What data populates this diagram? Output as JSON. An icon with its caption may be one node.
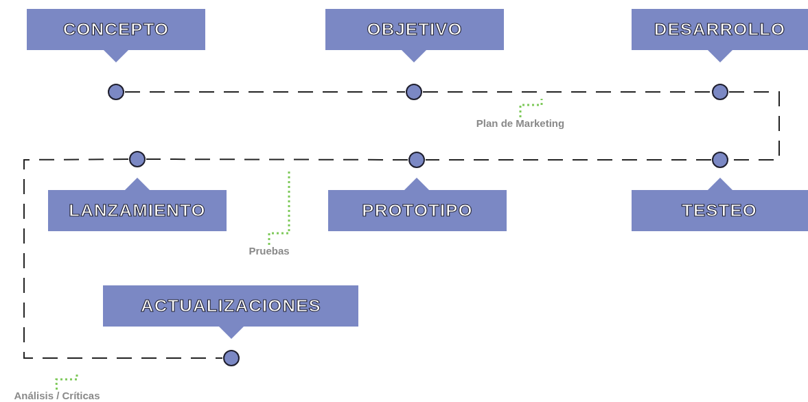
{
  "diagram": {
    "nodes": [
      {
        "text": [
          "CONCEPTO"
        ]
      },
      {
        "text": [
          "OBJETIVO"
        ]
      },
      {
        "text": [
          "DESARROLLO"
        ]
      },
      {
        "text": [],
        "shape": "circle"
      },
      {
        "text": [],
        "shape": "circle"
      },
      {
        "text": [],
        "shape": "circle"
      },
      {
        "text": [
          "Plan de Marketing"
        ]
      },
      {
        "text": [],
        "shape": "circle"
      },
      {
        "text": [],
        "shape": "circle"
      },
      {
        "text": [],
        "shape": "circle"
      },
      {
        "text": [
          "LANZAMIENTO"
        ]
      },
      {
        "text": [
          "PROTOTIPO"
        ]
      },
      {
        "text": [
          "TESTEO"
        ]
      },
      {
        "text": [
          "Pruebas"
        ]
      },
      {
        "text": [
          "ACTUALIZACIONES"
        ]
      },
      {
        "text": [],
        "shape": "circle"
      },
      {
        "text": [
          "Análisis / Críticas"
        ]
      }
    ],
    "edges": [
      {
        "from": 3,
        "to": 4,
        "arrow": "none",
        "style": "dashed"
      },
      {
        "from": 4,
        "to": 5,
        "arrow": "none",
        "style": "dashed"
      },
      {
        "from": 5,
        "to": 9,
        "arrow": "none",
        "style": "dashed"
      },
      {
        "from": 9,
        "to": 8,
        "arrow": "none",
        "style": "dashed"
      },
      {
        "from": 8,
        "to": 7,
        "arrow": "none",
        "style": "dashed"
      },
      {
        "from": 7,
        "to": 15,
        "arrow": "none",
        "style": "dashed"
      },
      {
        "from": 6,
        "to": null,
        "arrow": "none",
        "style": "dashed",
        "color": "#7ec95a"
      },
      {
        "from": 13,
        "to": null,
        "arrow": "none",
        "style": "dashed",
        "color": "#7ec95a"
      },
      {
        "from": 16,
        "to": null,
        "arrow": "none",
        "style": "dashed",
        "color": "#7ec95a"
      }
    ]
  }
}
